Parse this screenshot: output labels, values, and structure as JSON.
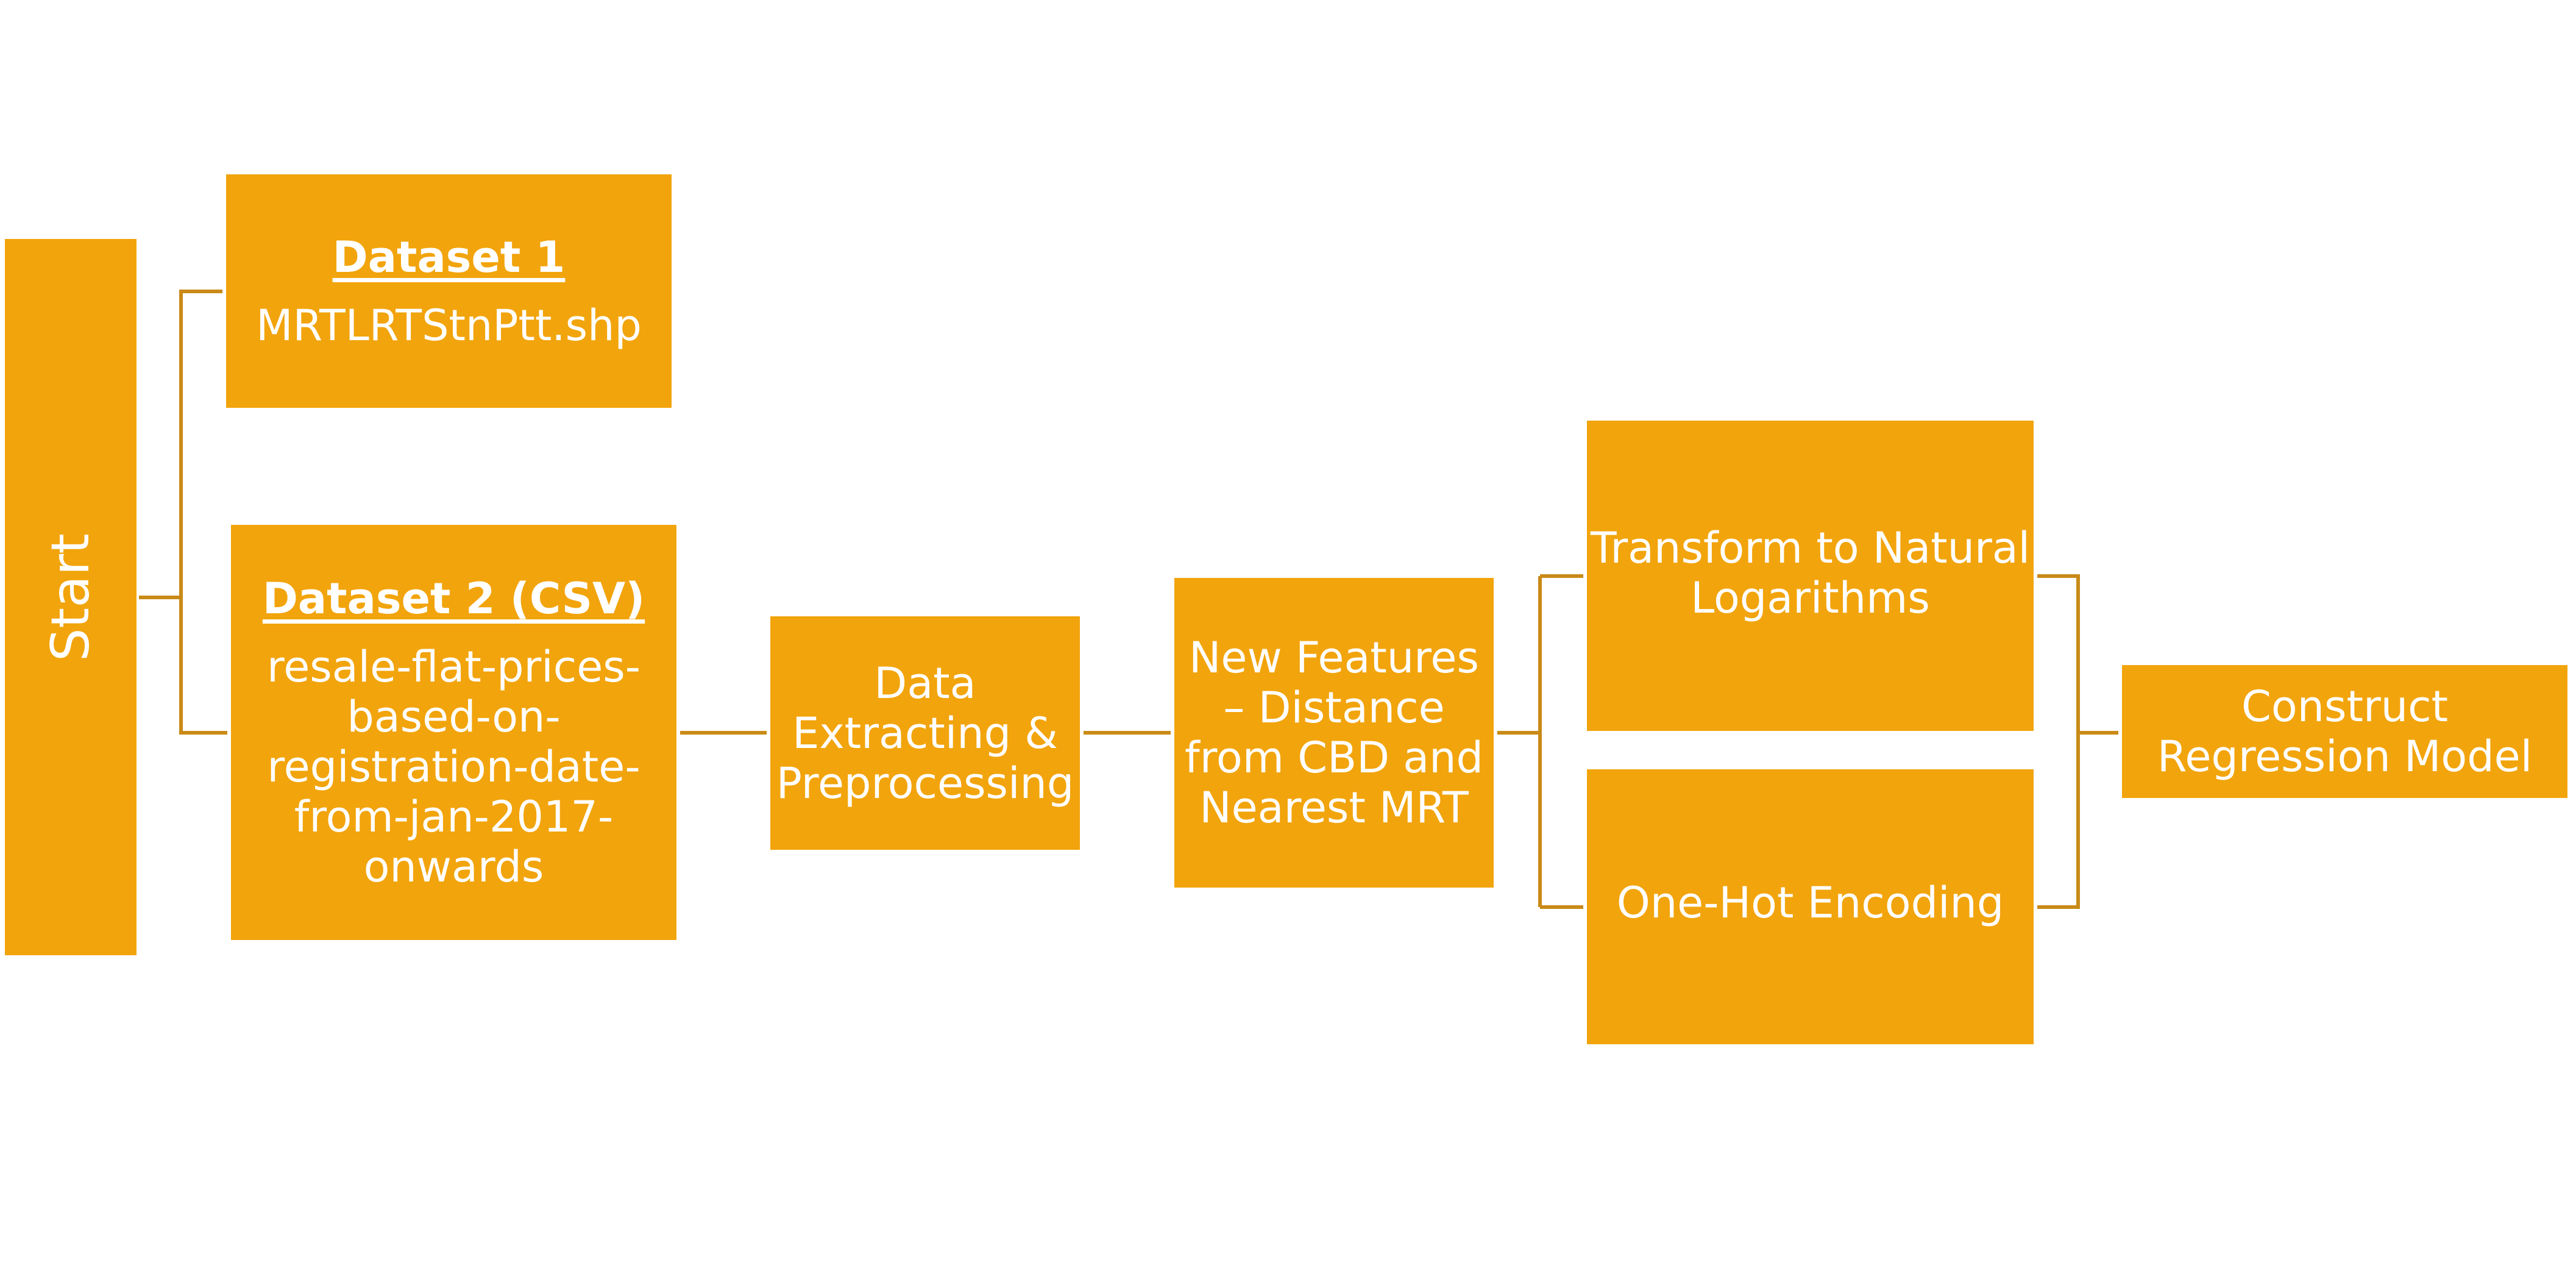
{
  "diagram": {
    "colors": {
      "box_fill": "#f2a40c",
      "box_text": "#ffffff",
      "connector": "#c98a17"
    },
    "start": {
      "label": "Start"
    },
    "dataset1": {
      "heading": "Dataset 1",
      "lines": [
        "MRTLRTStnPtt.shp"
      ]
    },
    "dataset2": {
      "heading": "Dataset 2 (CSV)",
      "lines": [
        "resale-flat-prices-",
        "based-on-",
        "registration-date-",
        "from-jan-2017-",
        "onwards"
      ]
    },
    "preprocessing": {
      "lines": [
        "Data",
        "Extracting &",
        "Preprocessing"
      ]
    },
    "new_features": {
      "lines": [
        "New Features",
        "– Distance",
        "from CBD and",
        "Nearest MRT"
      ]
    },
    "log_transform": {
      "lines": [
        "Transform to Natural",
        "Logarithms"
      ]
    },
    "one_hot": {
      "lines": [
        "One-Hot Encoding"
      ]
    },
    "regression": {
      "lines": [
        "Construct",
        "Regression Model"
      ]
    }
  }
}
